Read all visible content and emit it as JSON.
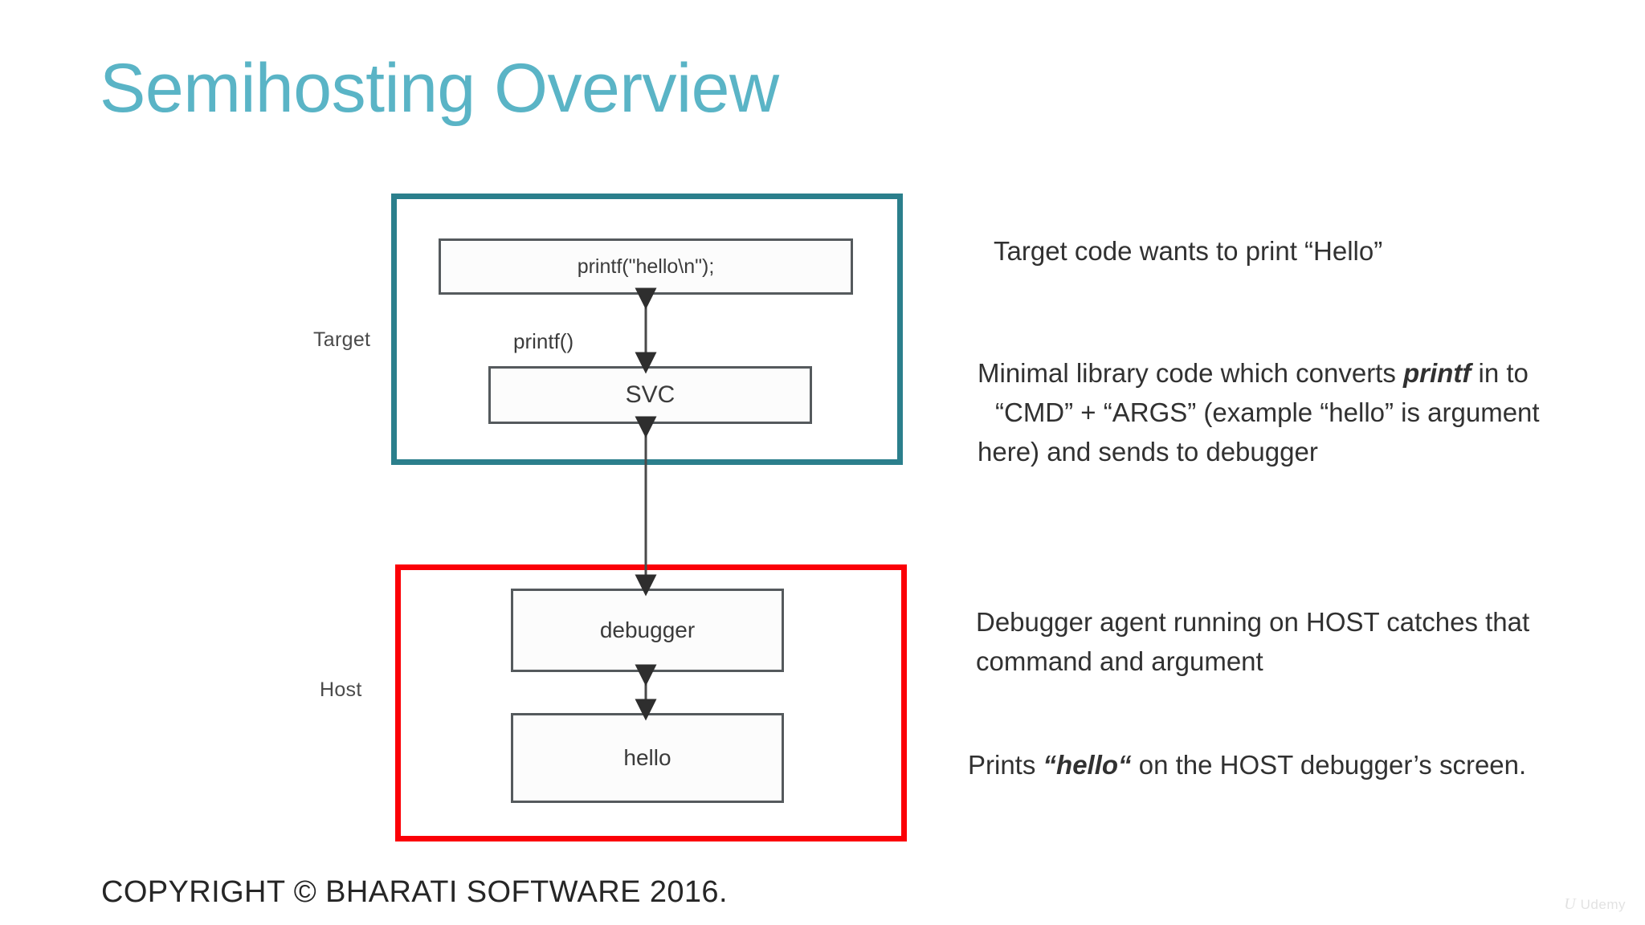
{
  "slide": {
    "title": "Semihosting Overview",
    "title_color": "#5ab4c6",
    "background": "#ffffff"
  },
  "diagram": {
    "target_group": {
      "label": "Target",
      "border_color": "#2b7f8c",
      "boxes": [
        {
          "name": "printf-call",
          "label": "printf(\"hello\\n\");"
        },
        {
          "name": "svc",
          "label": "SVC"
        }
      ],
      "caption": "printf()"
    },
    "host_group": {
      "label": "Host",
      "border_color": "#fb0007",
      "boxes": [
        {
          "name": "debugger",
          "label": "debugger"
        },
        {
          "name": "hello-output",
          "label": "hello"
        }
      ]
    },
    "connector_color": "#4a4a4a"
  },
  "notes": [
    {
      "id": "note-target-print",
      "text": "Target code wants to print “Hello”"
    },
    {
      "id": "note-minimal-library",
      "line1_a": "Minimal library code which converts ",
      "line1_em": "printf",
      "line1_b": " in to",
      "line2": "“CMD” + “ARGS” (example “hello” is argument",
      "line3": "here) and sends to debugger"
    },
    {
      "id": "note-debugger-agent",
      "text": "Debugger agent running on HOST catches that command and argument"
    },
    {
      "id": "note-prints-hello",
      "prefix": "Prints ",
      "em": "“hello“",
      "suffix": " on the HOST debugger’s screen."
    }
  ],
  "footer": {
    "copyright": "COPYRIGHT © BHARATI SOFTWARE 2016."
  },
  "watermark": {
    "icon": "U",
    "text": "Udemy"
  }
}
